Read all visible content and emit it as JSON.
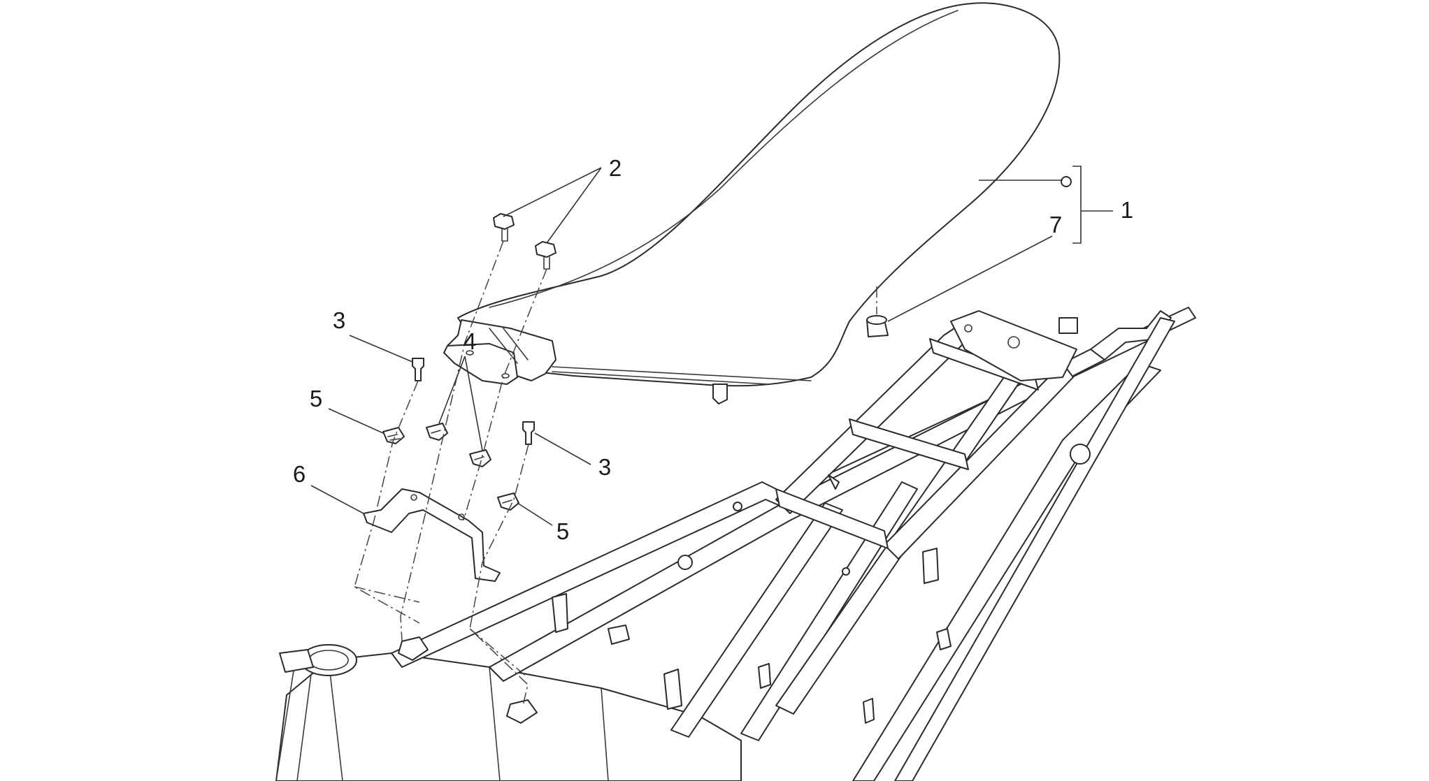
{
  "diagram": {
    "callouts": [
      {
        "id": "1",
        "text": "1"
      },
      {
        "id": "2",
        "text": "2"
      },
      {
        "id": "3a",
        "text": "3"
      },
      {
        "id": "3b",
        "text": "3"
      },
      {
        "id": "4",
        "text": "4"
      },
      {
        "id": "5a",
        "text": "5"
      },
      {
        "id": "5b",
        "text": "5"
      },
      {
        "id": "6",
        "text": "6"
      },
      {
        "id": "7",
        "text": "7"
      }
    ],
    "colors": {
      "line": "#2b2b2b",
      "background": "#ffffff"
    }
  }
}
